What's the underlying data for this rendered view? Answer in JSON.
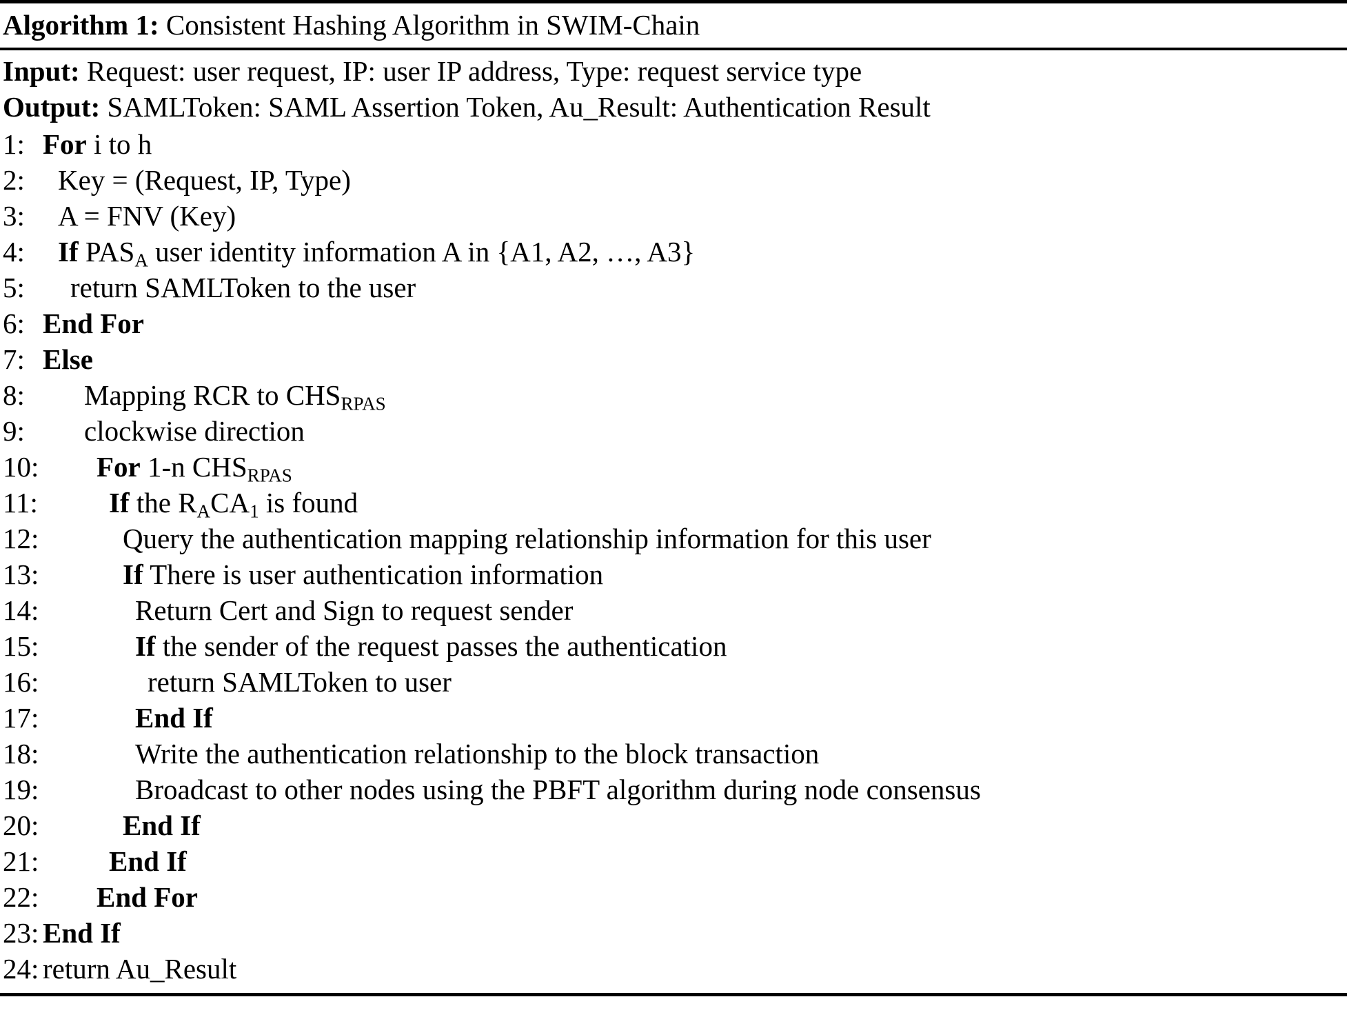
{
  "caption": {
    "label": "Algorithm 1:",
    "title": " Consistent Hashing Algorithm in SWIM-Chain"
  },
  "io": {
    "input_label": "Input:",
    "input_text": " Request: user request, IP: user IP address, Type: request service type",
    "output_label": "Output:",
    "output_text": " SAMLToken: SAML Assertion Token, Au_Result: Authentication Result"
  },
  "steps": [
    {
      "num": "1:",
      "indent": 0,
      "kw": "For",
      "rest": " i to h",
      "sub_a": "",
      "mid": "",
      "sub_b": "",
      "tail": ""
    },
    {
      "num": "2:",
      "indent": 1,
      "kw": "",
      "rest": "Key = (Request, IP, Type)",
      "sub_a": "",
      "mid": "",
      "sub_b": "",
      "tail": ""
    },
    {
      "num": "3:",
      "indent": 1,
      "kw": "",
      "rest": "A = FNV (Key)",
      "sub_a": "",
      "mid": "",
      "sub_b": "",
      "tail": ""
    },
    {
      "num": "4:",
      "indent": 1,
      "kw": "If",
      "rest": " PAS",
      "sub_a": "A",
      "mid": " user identity information A in {A1, A2, …, A3}",
      "sub_b": "",
      "tail": ""
    },
    {
      "num": "5:",
      "indent": 2,
      "kw": "",
      "rest": "return SAMLToken to the user",
      "sub_a": "",
      "mid": "",
      "sub_b": "",
      "tail": ""
    },
    {
      "num": "6:",
      "indent": 0,
      "kw": "End For",
      "rest": "",
      "sub_a": "",
      "mid": "",
      "sub_b": "",
      "tail": ""
    },
    {
      "num": "7:",
      "indent": 0,
      "kw": "Else",
      "rest": "",
      "sub_a": "",
      "mid": "",
      "sub_b": "",
      "tail": ""
    },
    {
      "num": "8:",
      "indent": 3,
      "kw": "",
      "rest": "Mapping RCR to CHS",
      "sub_a": "RPAS",
      "mid": "",
      "sub_b": "",
      "tail": ""
    },
    {
      "num": "9:",
      "indent": 3,
      "kw": "",
      "rest": "clockwise direction",
      "sub_a": "",
      "mid": "",
      "sub_b": "",
      "tail": ""
    },
    {
      "num": "10:",
      "indent": 4,
      "kw": "For",
      "rest": " 1-n CHS",
      "sub_a": "RPAS",
      "mid": "",
      "sub_b": "",
      "tail": ""
    },
    {
      "num": "11:",
      "indent": 5,
      "kw": "If",
      "rest": " the R",
      "sub_a": "A",
      "mid": "CA",
      "sub_b": "1",
      "tail": " is found"
    },
    {
      "num": "12:",
      "indent": 6,
      "kw": "",
      "rest": "Query the authentication mapping relationship information for this user",
      "sub_a": "",
      "mid": "",
      "sub_b": "",
      "tail": ""
    },
    {
      "num": "13:",
      "indent": 6,
      "kw": "If",
      "rest": " There is user authentication information",
      "sub_a": "",
      "mid": "",
      "sub_b": "",
      "tail": ""
    },
    {
      "num": "14:",
      "indent": 7,
      "kw": "",
      "rest": "Return Cert and Sign to request sender",
      "sub_a": "",
      "mid": "",
      "sub_b": "",
      "tail": ""
    },
    {
      "num": "15:",
      "indent": 7,
      "kw": "If",
      "rest": " the sender of the request passes the authentication",
      "sub_a": "",
      "mid": "",
      "sub_b": "",
      "tail": ""
    },
    {
      "num": "16:",
      "indent": 8,
      "kw": "",
      "rest": "return SAMLToken to user",
      "sub_a": "",
      "mid": "",
      "sub_b": "",
      "tail": ""
    },
    {
      "num": "17:",
      "indent": 7,
      "kw": "End If",
      "rest": "",
      "sub_a": "",
      "mid": "",
      "sub_b": "",
      "tail": ""
    },
    {
      "num": "18:",
      "indent": 7,
      "kw": "",
      "rest": "Write the authentication relationship to the block transaction",
      "sub_a": "",
      "mid": "",
      "sub_b": "",
      "tail": ""
    },
    {
      "num": "19:",
      "indent": 7,
      "kw": "",
      "rest": "Broadcast to other nodes using the PBFT algorithm during node consensus",
      "sub_a": "",
      "mid": "",
      "sub_b": "",
      "tail": ""
    },
    {
      "num": "20:",
      "indent": 6,
      "kw": "End If",
      "rest": "",
      "sub_a": "",
      "mid": "",
      "sub_b": "",
      "tail": ""
    },
    {
      "num": "21:",
      "indent": 5,
      "kw": "End If",
      "rest": "",
      "sub_a": "",
      "mid": "",
      "sub_b": "",
      "tail": ""
    },
    {
      "num": "22:",
      "indent": 4,
      "kw": "End For",
      "rest": "",
      "sub_a": "",
      "mid": "",
      "sub_b": "",
      "tail": ""
    },
    {
      "num": "23:",
      "indent": 0,
      "kw": "End If",
      "rest": "",
      "sub_a": "",
      "mid": "",
      "sub_b": "",
      "tail": ""
    },
    {
      "num": "24:",
      "indent": 0,
      "kw": "",
      "rest": "return Au_Result",
      "sub_a": "",
      "mid": "",
      "sub_b": "",
      "tail": ""
    }
  ]
}
